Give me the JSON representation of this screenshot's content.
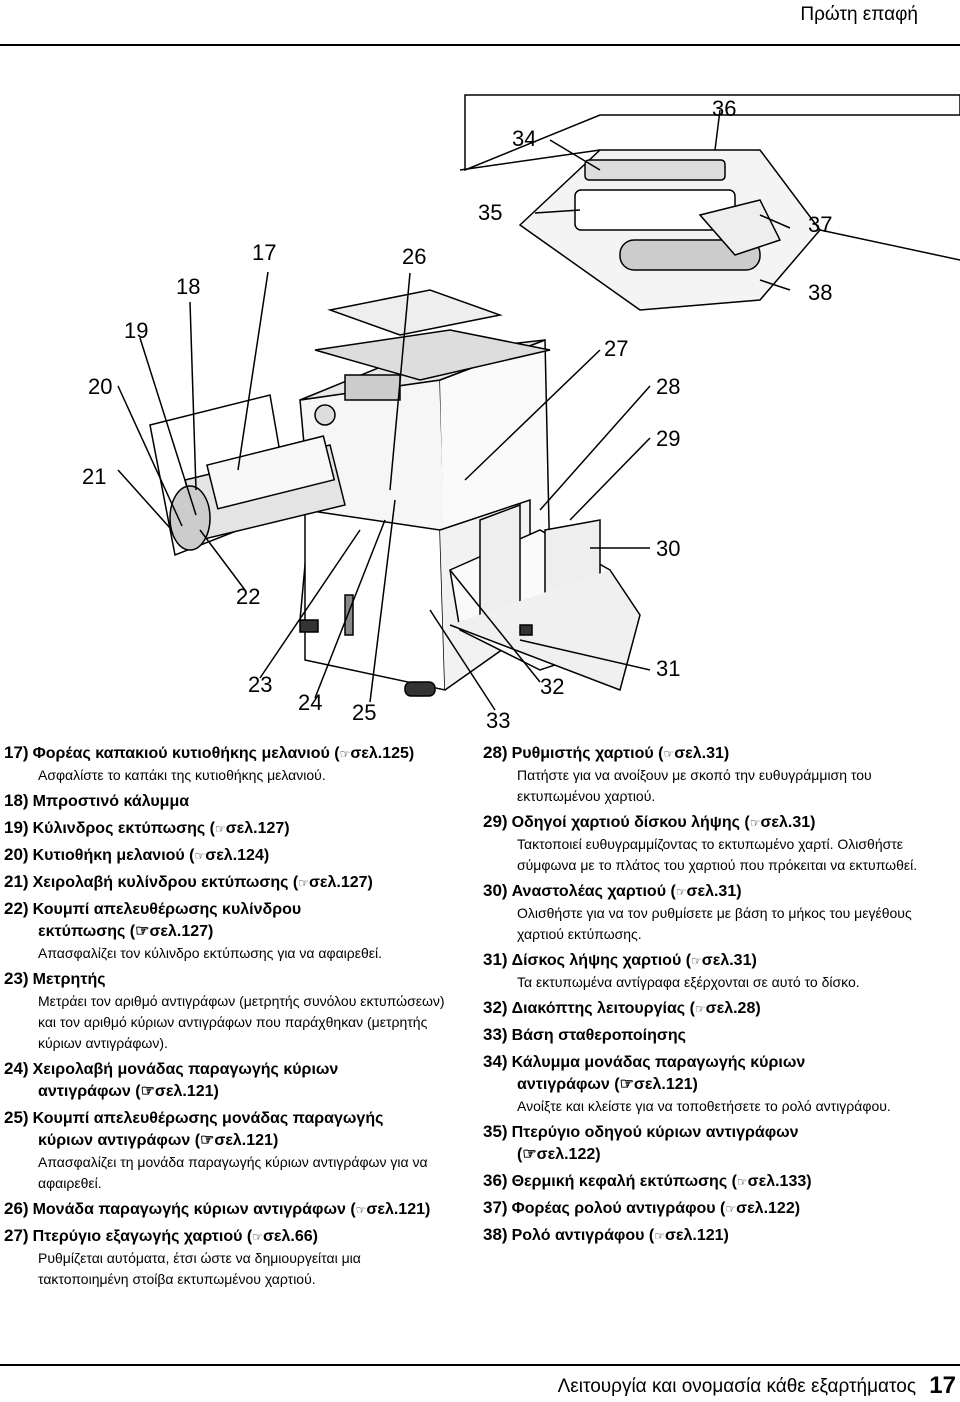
{
  "header": {
    "title": "Πρώτη επαφή"
  },
  "footer": {
    "text": "Λειτουργία και ονομασία κάθε εξαρτήματος",
    "page": "17"
  },
  "callouts": [
    "17",
    "18",
    "19",
    "20",
    "21",
    "22",
    "23",
    "24",
    "25",
    "26",
    "27",
    "28",
    "29",
    "30",
    "31",
    "32",
    "33",
    "34",
    "35",
    "36",
    "37",
    "38"
  ],
  "icons": {
    "ref": "pointing-hand-icon"
  },
  "items_left": [
    {
      "num": "17)",
      "title": "Φορέας καπακιού κυτιοθήκης μελανιού (",
      "ref": "σελ.125)",
      "cont": "",
      "desc": "Ασφαλίστε το καπάκι της κυτιοθήκης μελανιού."
    },
    {
      "num": "18)",
      "title": "Μπροστινό κάλυμμα",
      "ref": "",
      "cont": "",
      "desc": ""
    },
    {
      "num": "19)",
      "title": "Κύλινδρος εκτύπωσης (",
      "ref": "σελ.127)",
      "cont": "",
      "desc": ""
    },
    {
      "num": "20)",
      "title": "Κυτιοθήκη μελανιού (",
      "ref": "σελ.124)",
      "cont": "",
      "desc": ""
    },
    {
      "num": "21)",
      "title": "Χειρολαβή κυλίνδρου εκτύπωσης (",
      "ref": "σελ.127)",
      "cont": "",
      "desc": ""
    },
    {
      "num": "22)",
      "title": "Κουμπί απελευθέρωσης κυλίνδρου",
      "ref": "",
      "cont": "εκτύπωσης (☞σελ.127)",
      "desc": "Απασφαλίζει τον κύλινδρο εκτύπωσης για να αφαιρεθεί."
    },
    {
      "num": "23)",
      "title": "Μετρητής",
      "ref": "",
      "cont": "",
      "desc": "Μετράει τον αριθμό αντιγράφων (μετρητής συνόλου εκτυπώσεων) και τον αριθμό κύριων αντιγράφων που παράχθηκαν (μετρητής κύριων αντιγράφων)."
    },
    {
      "num": "24)",
      "title": "Χειρολαβή μονάδας παραγωγής κύριων",
      "ref": "",
      "cont": "αντιγράφων (☞σελ.121)",
      "desc": ""
    },
    {
      "num": "25)",
      "title": "Κουμπί απελευθέρωσης μονάδας παραγωγής",
      "ref": "",
      "cont": "κύριων αντιγράφων (☞σελ.121)",
      "desc": "Απασφαλίζει τη μονάδα παραγωγής κύριων αντιγράφων για να αφαιρεθεί."
    },
    {
      "num": "26)",
      "title": "Μονάδα παραγωγής κύριων αντιγράφων (",
      "ref": "σελ.121)",
      "cont": "",
      "desc": ""
    },
    {
      "num": "27)",
      "title": "Πτερύγιο εξαγωγής χαρτιού (",
      "ref": "σελ.66)",
      "cont": "",
      "desc": "Ρυθμίζεται αυτόματα, έτσι ώστε να δημιουργείται μια τακτοποιημένη στοίβα εκτυπωμένου χαρτιού."
    }
  ],
  "items_right": [
    {
      "num": "28)",
      "title": "Ρυθμιστής χαρτιού (",
      "ref": "σελ.31)",
      "cont": "",
      "desc": "Πατήστε για να ανοίξουν με σκοπό την ευθυγράμμιση του εκτυπωμένου χαρτιού."
    },
    {
      "num": "29)",
      "title": "Οδηγοί χαρτιού δίσκου λήψης (",
      "ref": "σελ.31)",
      "cont": "",
      "desc": "Τακτοποιεί ευθυγραμμίζοντας το εκτυπωμένο χαρτί. Ολισθήστε σύμφωνα με το πλάτος του χαρτιού που πρόκειται να εκτυπωθεί."
    },
    {
      "num": "30)",
      "title": "Αναστολέας χαρτιού (",
      "ref": "σελ.31)",
      "cont": "",
      "desc": "Ολισθήστε για να τον ρυθμίσετε με βάση το μήκος του μεγέθους χαρτιού εκτύπωσης."
    },
    {
      "num": "31)",
      "title": "Δίσκος λήψης χαρτιού (",
      "ref": "σελ.31)",
      "cont": "",
      "desc": "Τα εκτυπωμένα αντίγραφα εξέρχονται σε αυτό το δίσκο."
    },
    {
      "num": "32)",
      "title": "Διακόπτης λειτουργίας (",
      "ref": "σελ.28)",
      "cont": "",
      "desc": ""
    },
    {
      "num": "33)",
      "title": "Βάση σταθεροποίησης",
      "ref": "",
      "cont": "",
      "desc": ""
    },
    {
      "num": "34)",
      "title": "Κάλυμμα μονάδας παραγωγής κύριων",
      "ref": "",
      "cont": "αντιγράφων (☞σελ.121)",
      "desc": "Ανοίξτε και κλείστε για να τοποθετήσετε το ρολό αντιγράφου."
    },
    {
      "num": "35)",
      "title": "Πτερύγιο οδηγού κύριων αντιγράφων",
      "ref": "",
      "cont": "(☞σελ.122)",
      "desc": ""
    },
    {
      "num": "36)",
      "title": "Θερμική κεφαλή εκτύπωσης (",
      "ref": "σελ.133)",
      "cont": "",
      "desc": ""
    },
    {
      "num": "37)",
      "title": "Φορέας ρολού αντιγράφου (",
      "ref": "σελ.122)",
      "cont": "",
      "desc": ""
    },
    {
      "num": "38)",
      "title": "Ρολό αντιγράφου (",
      "ref": "σελ.121)",
      "cont": "",
      "desc": ""
    }
  ]
}
